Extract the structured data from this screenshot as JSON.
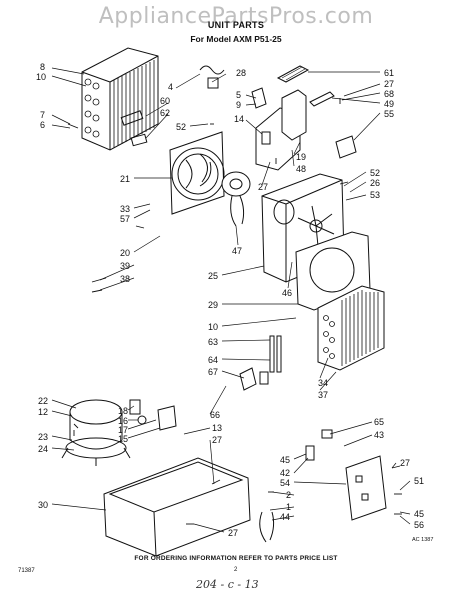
{
  "watermark": "AppliancePartsPros.com",
  "header": {
    "title": "UNIT PARTS",
    "model": "For Model AXM P51-25"
  },
  "footer": {
    "ordering_note": "FOR ORDERING INFORMATION REFER TO PARTS PRICE LIST",
    "code": "71387",
    "page": "2",
    "handwritten": "204 - c - 13",
    "drawing_ref": "AC 1387"
  },
  "callouts": {
    "c8": "8",
    "c10a": "10",
    "c7": "7",
    "c6": "6",
    "c4": "4",
    "c28": "28",
    "c5": "5",
    "c9": "9",
    "c60": "60",
    "c62": "62",
    "c52a": "52",
    "c14": "14",
    "c61": "61",
    "c27a": "27",
    "c68": "68",
    "c49": "49",
    "c55": "55",
    "c19": "19",
    "c48": "48",
    "c27b": "27",
    "c21": "21",
    "c33": "33",
    "c57": "57",
    "c47": "47",
    "c52b": "52",
    "c26": "26",
    "c53": "53",
    "c20": "20",
    "c39": "39",
    "c38": "38",
    "c25": "25",
    "c46": "46",
    "c29": "29",
    "c10b": "10",
    "c63": "63",
    "c64": "64",
    "c67": "67",
    "c34": "34",
    "c37": "37",
    "c22": "22",
    "c12": "12",
    "c23": "23",
    "c24": "24",
    "c18": "18",
    "c16": "16",
    "c17": "17",
    "c15": "15",
    "c66": "66",
    "c13": "13",
    "c27c": "27",
    "c65": "65",
    "c43": "43",
    "c45a": "45",
    "c42": "42",
    "c54": "54",
    "c27d": "27",
    "c51": "51",
    "c2": "2",
    "c1": "1",
    "c44": "44",
    "c45b": "45",
    "c56": "56",
    "c30": "30",
    "c27e": "27"
  }
}
